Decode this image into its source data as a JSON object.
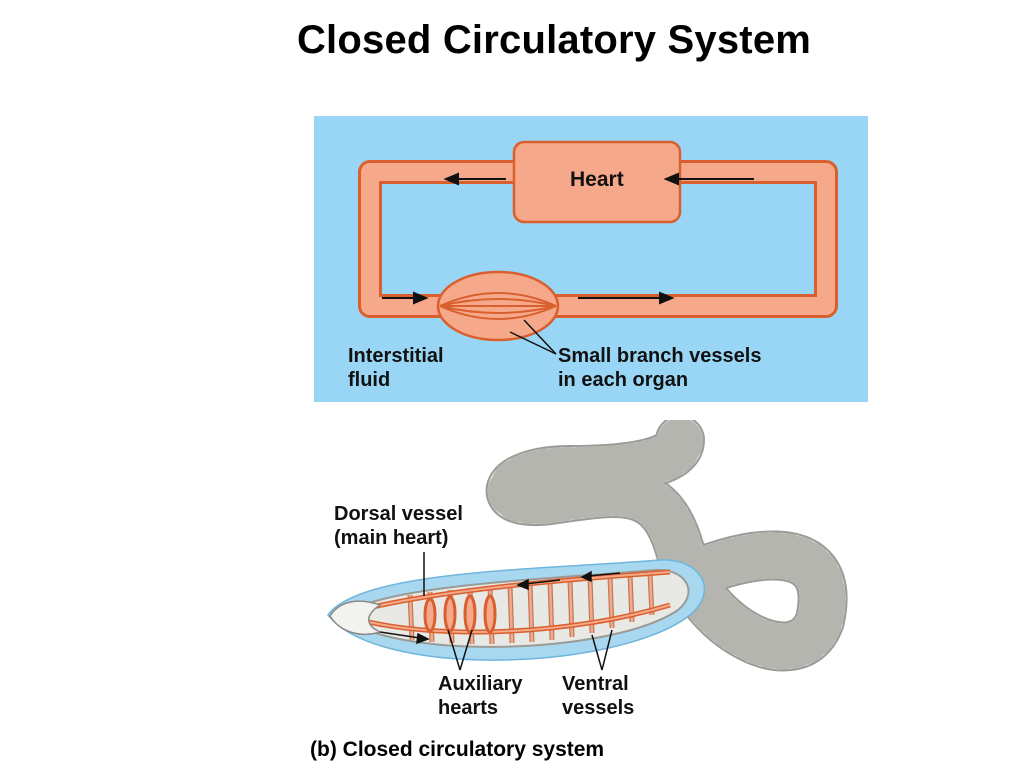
{
  "title": "Closed Circulatory System",
  "circuit_diagram": {
    "heart_label": "Heart",
    "interstitial_label": "Interstitial\nfluid",
    "branch_vessels_label": "Small branch vessels\nin each organ"
  },
  "earthworm_diagram": {
    "dorsal_label": "Dorsal vessel\n(main heart)",
    "auxiliary_label": "Auxiliary\nhearts",
    "ventral_label": "Ventral\nvessels",
    "caption": "(b) Closed circulatory system"
  },
  "colors": {
    "panel_background": "#99d6f5",
    "vessel_fill": "#f6a98a",
    "vessel_stroke": "#d9602e",
    "worm_body": "#e8e8e4",
    "worm_outline": "#9a9a96",
    "worm_halo": "#a8d8f0"
  }
}
